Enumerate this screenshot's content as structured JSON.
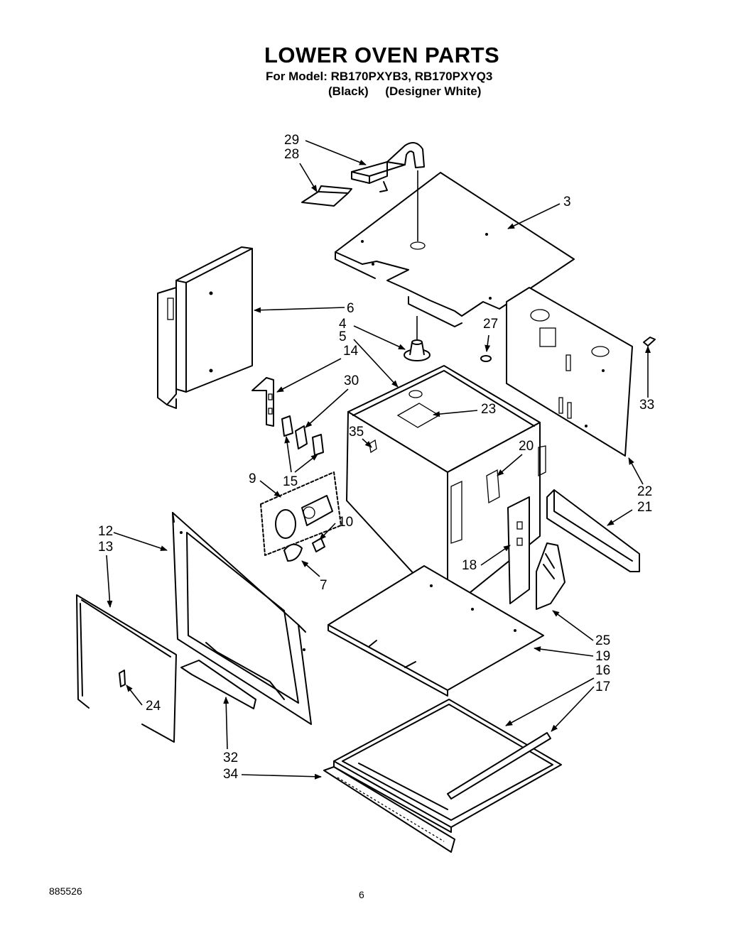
{
  "title": "LOWER OVEN PARTS",
  "model_line": "For Model: RB170PXYB3, RB170PXYQ3",
  "variant_line": "(Black)     (Designer White)",
  "footer": {
    "code": "885526",
    "page": "6"
  },
  "callouts": {
    "c29": "29",
    "c28": "28",
    "c3": "3",
    "c6": "6",
    "c4": "4",
    "c5": "5",
    "c27": "27",
    "c14": "14",
    "c30": "30",
    "c23": "23",
    "c33": "33",
    "c35": "35",
    "c20": "20",
    "c15": "15",
    "c9": "9",
    "c22": "22",
    "c21": "21",
    "c12": "12",
    "c13": "13",
    "c10": "10",
    "c18": "18",
    "c7": "7",
    "c25": "25",
    "c19": "19",
    "c16": "16",
    "c17": "17",
    "c24": "24",
    "c32": "32",
    "c34": "34"
  }
}
